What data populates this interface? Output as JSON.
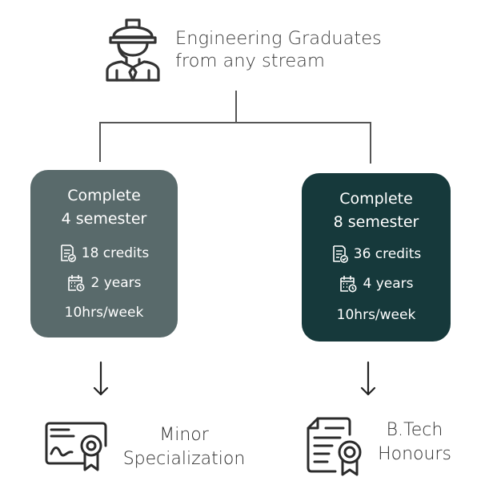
{
  "header": {
    "icon": "engineer-hardhat-icon",
    "line1": "Engineering Graduates",
    "line2": "from any stream"
  },
  "paths": [
    {
      "title_line1": "Complete",
      "title_line2": "4 semester",
      "credits": "18 credits",
      "duration": "2 years",
      "hours": "10hrs/week",
      "color": "#596a6b",
      "outcome_line1": "Minor",
      "outcome_line2": "Specialization",
      "outcome_icon": "certificate-icon"
    },
    {
      "title_line1": "Complete",
      "title_line2": "8 semester",
      "credits": "36 credits",
      "duration": "4 years",
      "hours": "10hrs/week",
      "color": "#16393b",
      "outcome_line1": "B.Tech",
      "outcome_line2": "Honours",
      "outcome_icon": "document-award-icon"
    }
  ]
}
